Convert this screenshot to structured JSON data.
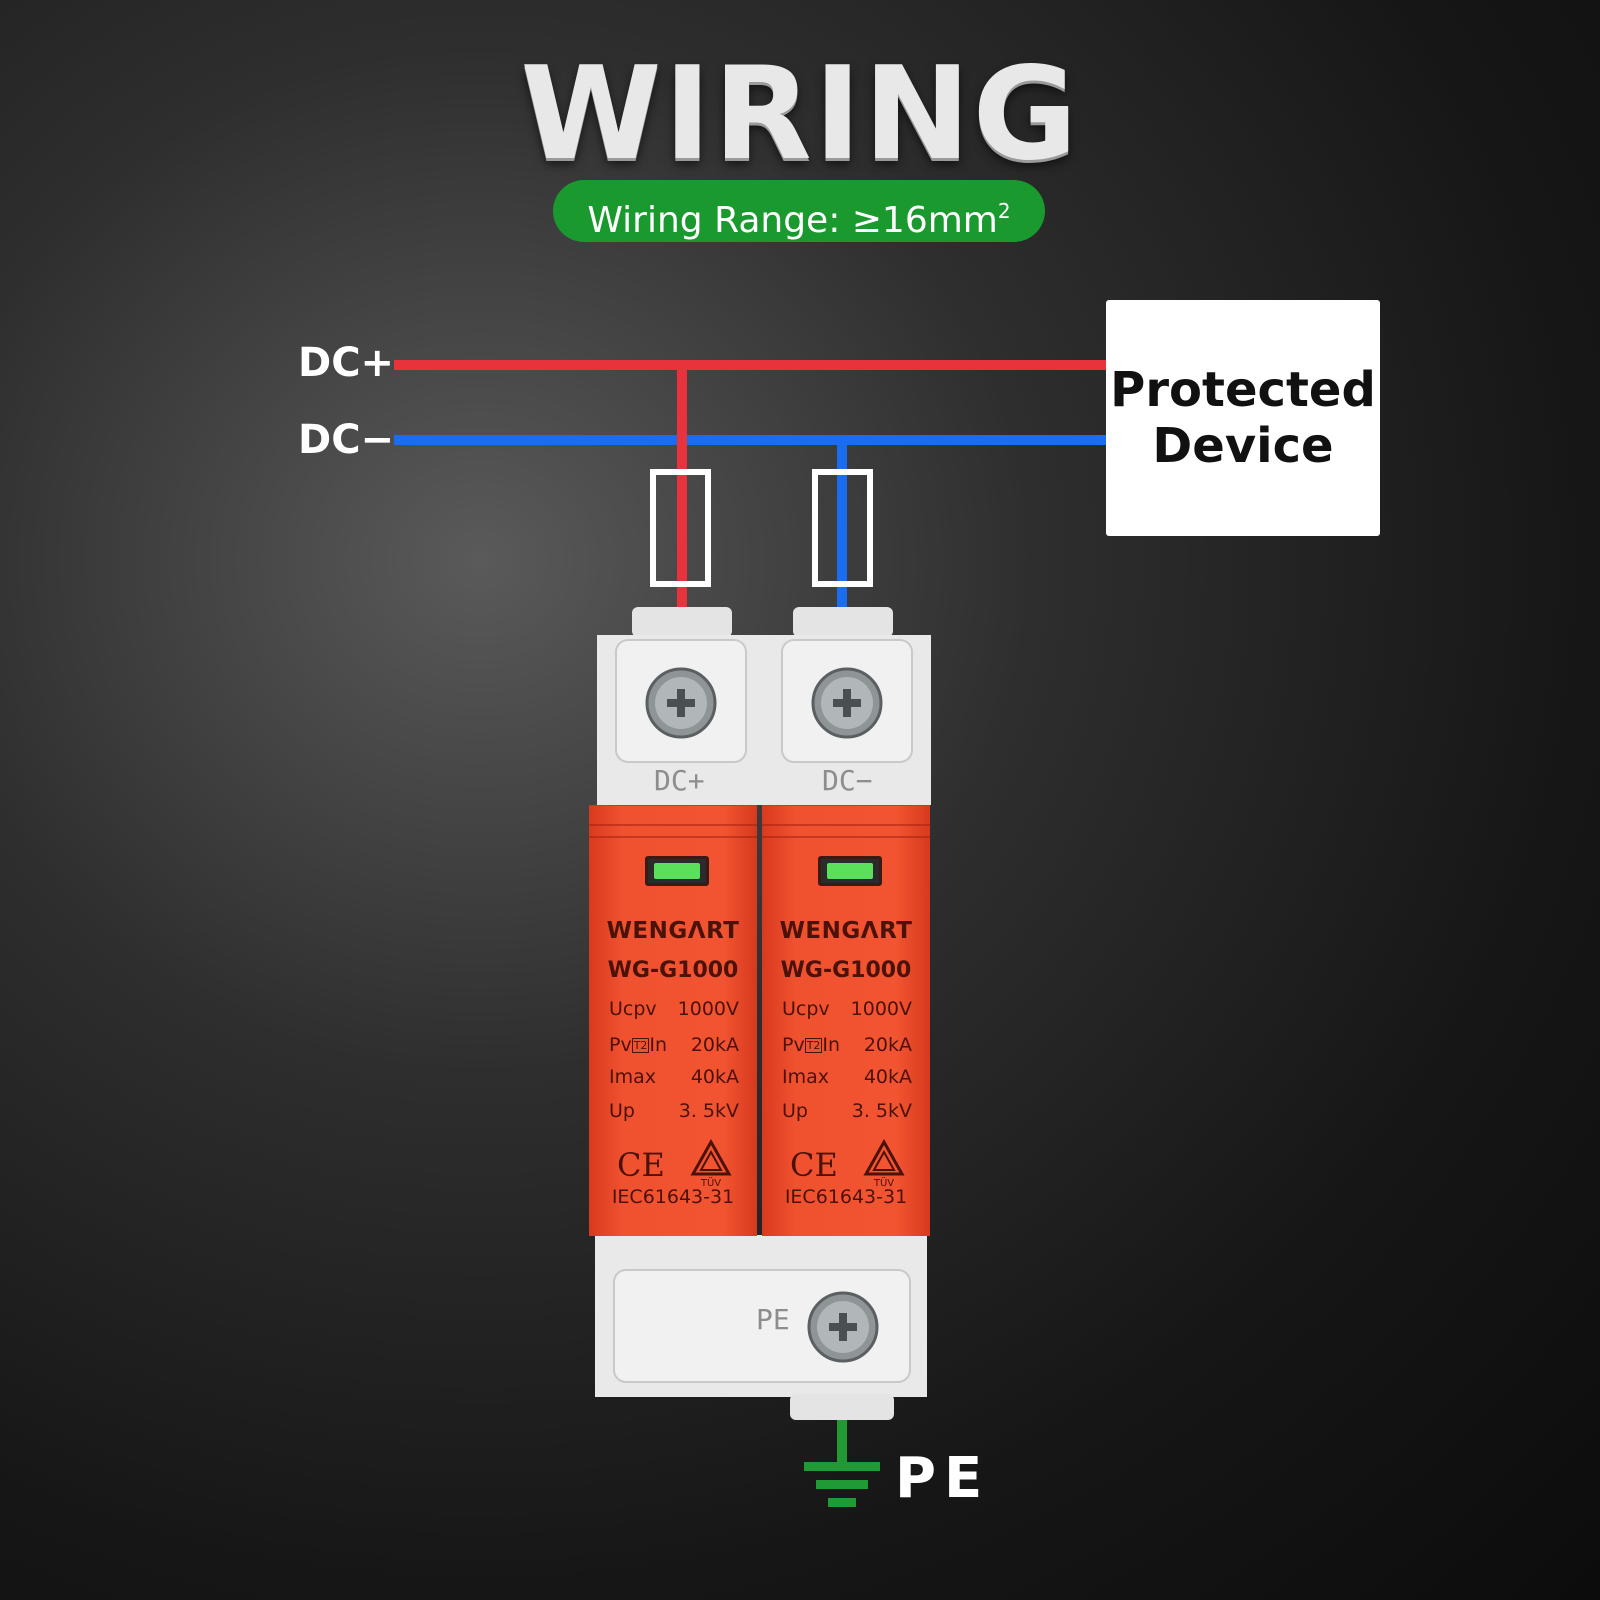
{
  "title": "WIRING",
  "wiring_range": {
    "text": "Wiring Range: ≥16mm",
    "superscript": "2"
  },
  "wires": {
    "dc_plus_label": "DC+",
    "dc_minus_label": "DC−",
    "pe_label": "PE"
  },
  "protected_device": {
    "line1": "Protected",
    "line2": "Device"
  },
  "terminals": {
    "top_left": "DC+",
    "top_right": "DC−",
    "bottom": "PE"
  },
  "modules": [
    {
      "brand": "WENGΛRT",
      "model": "WG-G1000",
      "specs": [
        {
          "label": "Ucpv",
          "value": "1000V"
        },
        {
          "label": "In",
          "prefix": "Pv",
          "badge": "T2",
          "value": "20kA"
        },
        {
          "label": "Imax",
          "value": "40kA"
        },
        {
          "label": "Up",
          "value": "3. 5kV"
        }
      ],
      "ce_mark": "CE",
      "tuv_mark": "TÜV",
      "standard": "IEC61643-31"
    },
    {
      "brand": "WENGΛRT",
      "model": "WG-G1000",
      "specs": [
        {
          "label": "Ucpv",
          "value": "1000V"
        },
        {
          "label": "In",
          "prefix": "Pv",
          "badge": "T2",
          "value": "20kA"
        },
        {
          "label": "Imax",
          "value": "40kA"
        },
        {
          "label": "Up",
          "value": "3. 5kV"
        }
      ],
      "ce_mark": "CE",
      "tuv_mark": "TÜV",
      "standard": "IEC61643-31"
    }
  ],
  "colors": {
    "dc_plus_wire": "#e8323c",
    "dc_minus_wire": "#1a6cf0",
    "pe_wire": "#1f9a34",
    "badge_green": "#1a9a2e",
    "module_red": "#ec4a2c"
  }
}
